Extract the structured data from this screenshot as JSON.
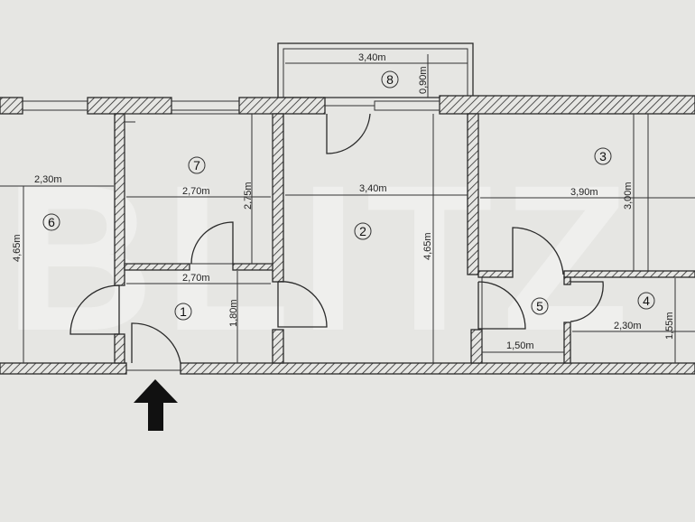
{
  "watermark": "BLITZ",
  "rooms": [
    {
      "number": "1"
    },
    {
      "number": "2"
    },
    {
      "number": "3"
    },
    {
      "number": "4"
    },
    {
      "number": "5"
    },
    {
      "number": "6"
    },
    {
      "number": "7"
    },
    {
      "number": "8"
    }
  ],
  "dimensions": {
    "room6_width": "2,30m",
    "room6_length": "4,65m",
    "room7_width": "2,70m",
    "room7_length": "2,75m",
    "room2_width": "3,40m",
    "room2_length": "4,65m",
    "room3_width": "3,90m",
    "room3_length": "3,00m",
    "room1_width": "2,70m",
    "room1_length": "1,80m",
    "room5_width": "1,50m",
    "room4_width": "2,30m",
    "room4_length": "1,55m",
    "room8_width": "3,40m",
    "room8_length": "0,90m"
  },
  "entrance_icon": "arrow-up-icon",
  "colors": {
    "paper": "#e6e6e3",
    "ink": "#2a2a2a"
  }
}
